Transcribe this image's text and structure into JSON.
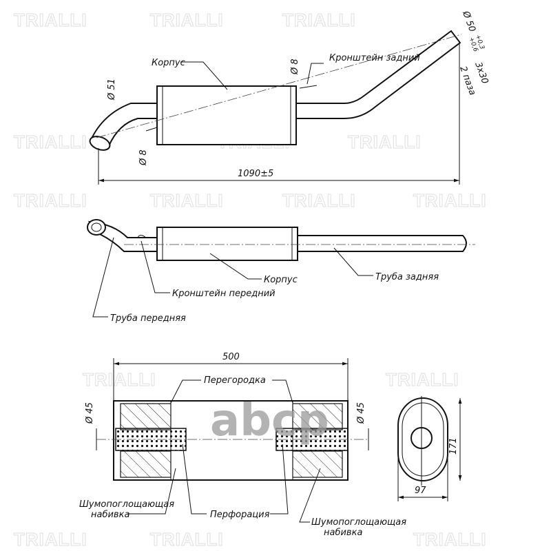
{
  "watermark": {
    "brand": "TRIALLI",
    "overlay_logo": "abcp"
  },
  "view_top": {
    "body_label": "Корпус",
    "rear_bracket_label": "Кронштейн задний",
    "rear_bracket_dia": "Ø 8",
    "front_pipe_dia": "Ø 51",
    "front_bracket_dia": "Ø 8",
    "overall_length": "1090±5",
    "outlet_dia": "Ø 50",
    "outlet_tol_upper": "+0,3",
    "outlet_tol_lower": "+0,6",
    "slots_size": "3x30",
    "slots_count": "2 паза"
  },
  "view_side": {
    "body_label": "Корпус",
    "rear_pipe_label": "Труба задняя",
    "front_bracket_label": "Кронштейн передний",
    "front_pipe_label": "Труба передняя"
  },
  "section": {
    "length": "500",
    "baffle_label": "Перегородка",
    "inlet_dia": "Ø 45",
    "outlet_dia": "Ø 45",
    "absorber_left_line1": "Шумопоглощающая",
    "absorber_left_line2": "набивка",
    "perforation_label": "Перфорация",
    "absorber_right_line1": "Шумопоглощающая",
    "absorber_right_line2": "набивка",
    "height": "171",
    "width": "97"
  }
}
